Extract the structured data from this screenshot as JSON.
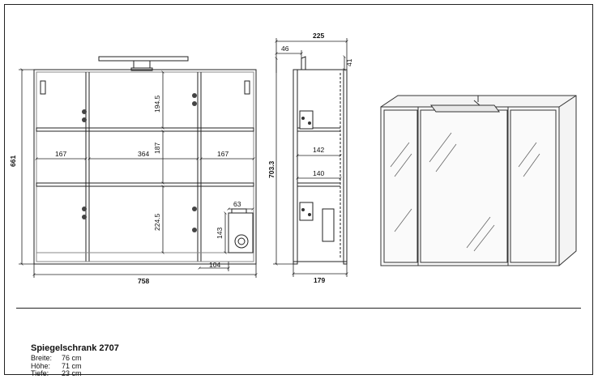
{
  "front_view": {
    "total_width": "758",
    "total_height": "661",
    "left_compartment_width": "167",
    "middle_compartment_width": "364",
    "right_compartment_width": "167",
    "middle_shelf_gap": "187",
    "upper_section_height": "194.5",
    "lower_section_height": "224.5",
    "socket_box_width": "63",
    "socket_box_height": "143",
    "socket_box_offset": "104"
  },
  "side_view": {
    "total_depth": "225",
    "lamp_depth": "46",
    "lamp_height": "41",
    "total_height": "703.3",
    "upper_shelf_depth": "142",
    "lower_shelf_depth": "140",
    "bottom_depth": "179"
  },
  "product": {
    "title": "Spiegelschrank 2707",
    "dimensions": [
      {
        "label": "Breite:",
        "value": "76 cm"
      },
      {
        "label": "Höhe:",
        "value": "71 cm"
      },
      {
        "label": "Tiefe:",
        "value": "23 cm"
      }
    ]
  }
}
